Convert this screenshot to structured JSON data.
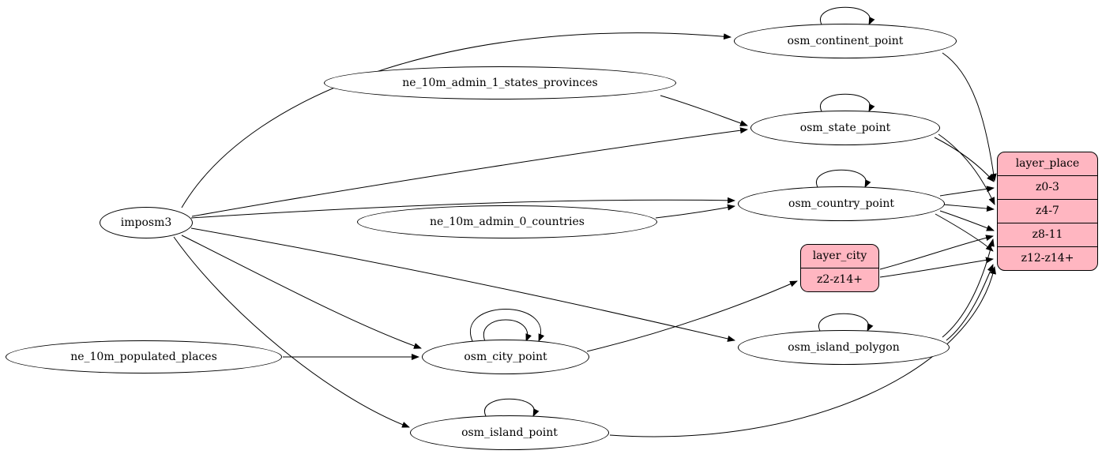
{
  "diagram": {
    "type": "etl-graph",
    "colors": {
      "record_fill": "#ffb6c1",
      "node_fill": "#ffffff",
      "edge": "#000000"
    },
    "nodes": {
      "imposm3": {
        "label": "imposm3"
      },
      "ne_10m_admin_1_states_provinces": {
        "label": "ne_10m_admin_1_states_provinces"
      },
      "ne_10m_admin_0_countries": {
        "label": "ne_10m_admin_0_countries"
      },
      "ne_10m_populated_places": {
        "label": "ne_10m_populated_places"
      },
      "osm_continent_point": {
        "label": "osm_continent_point"
      },
      "osm_state_point": {
        "label": "osm_state_point"
      },
      "osm_country_point": {
        "label": "osm_country_point"
      },
      "osm_island_polygon": {
        "label": "osm_island_polygon"
      },
      "osm_city_point": {
        "label": "osm_city_point"
      },
      "osm_island_point": {
        "label": "osm_island_point"
      }
    },
    "records": {
      "layer_place": {
        "header": "layer_place",
        "rows": [
          "z0-3",
          "z4-7",
          "z8-11",
          "z12-z14+"
        ]
      },
      "layer_city": {
        "header": "layer_city",
        "rows": [
          "z2-z14+"
        ]
      }
    },
    "edges": [
      {
        "from": "imposm3",
        "to": "osm_continent_point"
      },
      {
        "from": "imposm3",
        "to": "osm_state_point"
      },
      {
        "from": "imposm3",
        "to": "osm_country_point"
      },
      {
        "from": "imposm3",
        "to": "osm_city_point"
      },
      {
        "from": "imposm3",
        "to": "osm_island_polygon"
      },
      {
        "from": "imposm3",
        "to": "osm_island_point"
      },
      {
        "from": "ne_10m_admin_1_states_provinces",
        "to": "osm_state_point"
      },
      {
        "from": "ne_10m_admin_0_countries",
        "to": "osm_country_point"
      },
      {
        "from": "ne_10m_populated_places",
        "to": "osm_city_point"
      },
      {
        "from": "osm_continent_point",
        "to": "osm_continent_point"
      },
      {
        "from": "osm_state_point",
        "to": "osm_state_point"
      },
      {
        "from": "osm_country_point",
        "to": "osm_country_point"
      },
      {
        "from": "osm_island_polygon",
        "to": "osm_island_polygon"
      },
      {
        "from": "osm_city_point",
        "to": "osm_city_point"
      },
      {
        "from": "osm_city_point",
        "to": "osm_city_point"
      },
      {
        "from": "osm_island_point",
        "to": "osm_island_point"
      },
      {
        "from": "osm_continent_point",
        "to": "layer_place:z0-3"
      },
      {
        "from": "osm_state_point",
        "to": "layer_place:z0-3"
      },
      {
        "from": "osm_state_point",
        "to": "layer_place:z4-7"
      },
      {
        "from": "osm_country_point",
        "to": "layer_place:z0-3"
      },
      {
        "from": "osm_country_point",
        "to": "layer_place:z4-7"
      },
      {
        "from": "osm_country_point",
        "to": "layer_place:z8-11"
      },
      {
        "from": "osm_country_point",
        "to": "layer_place:z12-z14+"
      },
      {
        "from": "osm_city_point",
        "to": "layer_city:z2-z14+"
      },
      {
        "from": "layer_city:z2-z14+",
        "to": "layer_place:z8-11"
      },
      {
        "from": "layer_city:z2-z14+",
        "to": "layer_place:z12-z14+"
      },
      {
        "from": "osm_island_polygon",
        "to": "layer_place:z8-11"
      },
      {
        "from": "osm_island_polygon",
        "to": "layer_place:z12-z14+"
      },
      {
        "from": "osm_island_point",
        "to": "layer_place:z12-z14+"
      }
    ]
  }
}
